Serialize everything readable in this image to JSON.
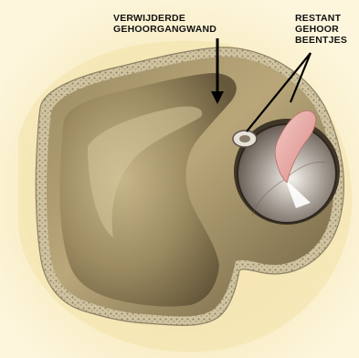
{
  "labels": {
    "removed_wall_line1": "VERWIJDERDE",
    "removed_wall_line2": "GEHOORGANGWAND",
    "remnant_line1": "RESTANT",
    "remnant_line2": "GEHOOR",
    "remnant_line3": "BEENTJES"
  },
  "colors": {
    "background": "#fdf6dd",
    "bone_rim": "#b8ad8c",
    "cavity": "#8a7a55",
    "tympanic_membrane": "#d9d4cc",
    "ossicle": "#e8a9a6",
    "leader_line": "#000000"
  }
}
